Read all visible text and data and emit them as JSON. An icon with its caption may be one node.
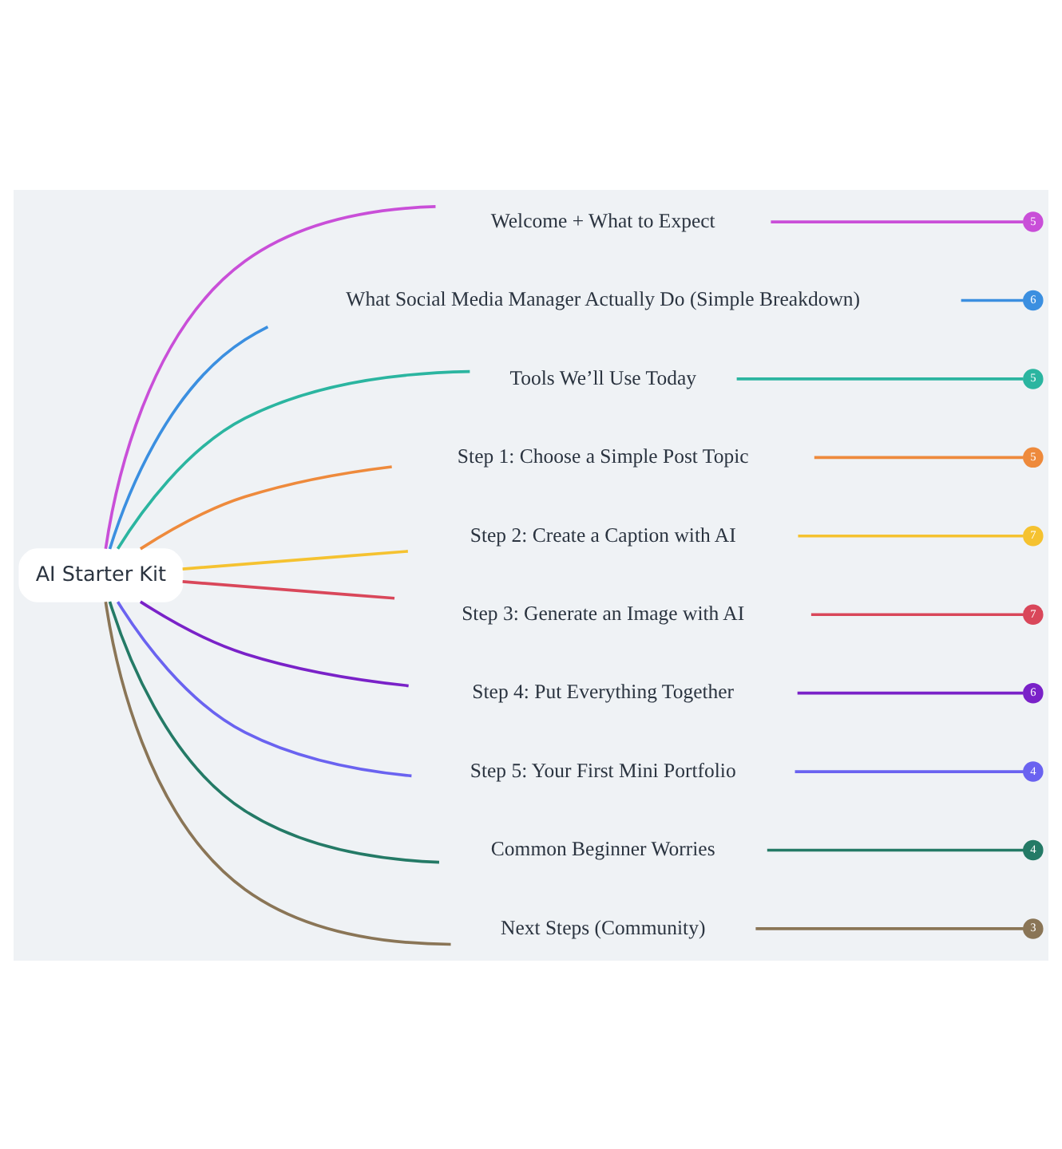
{
  "diagram": {
    "nodes": [
      {
        "text": [
          "AI Starter Kit"
        ]
      },
      {
        "text": [
          "Welcome + What to Expect"
        ]
      },
      {
        "text": [
          "5"
        ]
      },
      {
        "text": [
          "What Social Media Manager Actually Do (Simple Breakdown)"
        ]
      },
      {
        "text": [
          "6"
        ]
      },
      {
        "text": [
          "Tools We’ll Use Today"
        ]
      },
      {
        "text": [
          "5"
        ]
      },
      {
        "text": [
          "Step 1: Choose a Simple Post Topic"
        ]
      },
      {
        "text": [
          "5"
        ]
      },
      {
        "text": [
          "Step 2: Create a Caption with AI"
        ]
      },
      {
        "text": [
          "7"
        ]
      },
      {
        "text": [
          "Step 3: Generate an Image with AI"
        ]
      },
      {
        "text": [
          "7"
        ]
      },
      {
        "text": [
          "Step 4: Put Everything Together"
        ]
      },
      {
        "text": [
          "6"
        ]
      },
      {
        "text": [
          "Step 5: Your First Mini Portfolio"
        ]
      },
      {
        "text": [
          "4"
        ]
      },
      {
        "text": [
          "Common Beginner Worries"
        ]
      },
      {
        "text": [
          "4"
        ]
      },
      {
        "text": [
          "Next Steps (Community)"
        ]
      },
      {
        "text": [
          "3"
        ]
      }
    ],
    "edges": [
      {
        "from": 0,
        "to": 1,
        "arrow": "none",
        "color": "#c94fd8"
      },
      {
        "from": 1,
        "to": 2,
        "arrow": "none",
        "color": "#c94fd8"
      },
      {
        "from": 0,
        "to": 3,
        "arrow": "none",
        "color": "#3b8fe0"
      },
      {
        "from": 3,
        "to": 4,
        "arrow": "none",
        "color": "#3b8fe0"
      },
      {
        "from": 0,
        "to": 5,
        "arrow": "none",
        "color": "#2bb5a0"
      },
      {
        "from": 5,
        "to": 6,
        "arrow": "none",
        "color": "#2bb5a0"
      },
      {
        "from": 0,
        "to": 7,
        "arrow": "none",
        "color": "#ee8a3c"
      },
      {
        "from": 7,
        "to": 8,
        "arrow": "none",
        "color": "#ee8a3c"
      },
      {
        "from": 0,
        "to": 9,
        "arrow": "none",
        "color": "#f5c230"
      },
      {
        "from": 9,
        "to": 10,
        "arrow": "none",
        "color": "#f5c230"
      },
      {
        "from": 0,
        "to": 11,
        "arrow": "none",
        "color": "#d9475a"
      },
      {
        "from": 11,
        "to": 12,
        "arrow": "none",
        "color": "#d9475a"
      },
      {
        "from": 0,
        "to": 13,
        "arrow": "none",
        "color": "#7a22c8"
      },
      {
        "from": 13,
        "to": 14,
        "arrow": "none",
        "color": "#7a22c8"
      },
      {
        "from": 0,
        "to": 15,
        "arrow": "none",
        "color": "#6a63f0"
      },
      {
        "from": 15,
        "to": 16,
        "arrow": "none",
        "color": "#6a63f0"
      },
      {
        "from": 0,
        "to": 17,
        "arrow": "none",
        "color": "#247a66"
      },
      {
        "from": 17,
        "to": 18,
        "arrow": "none",
        "color": "#247a66"
      },
      {
        "from": 0,
        "to": 19,
        "arrow": "none",
        "color": "#8a7556"
      },
      {
        "from": 19,
        "to": 20,
        "arrow": "none",
        "color": "#8a7556"
      }
    ]
  }
}
